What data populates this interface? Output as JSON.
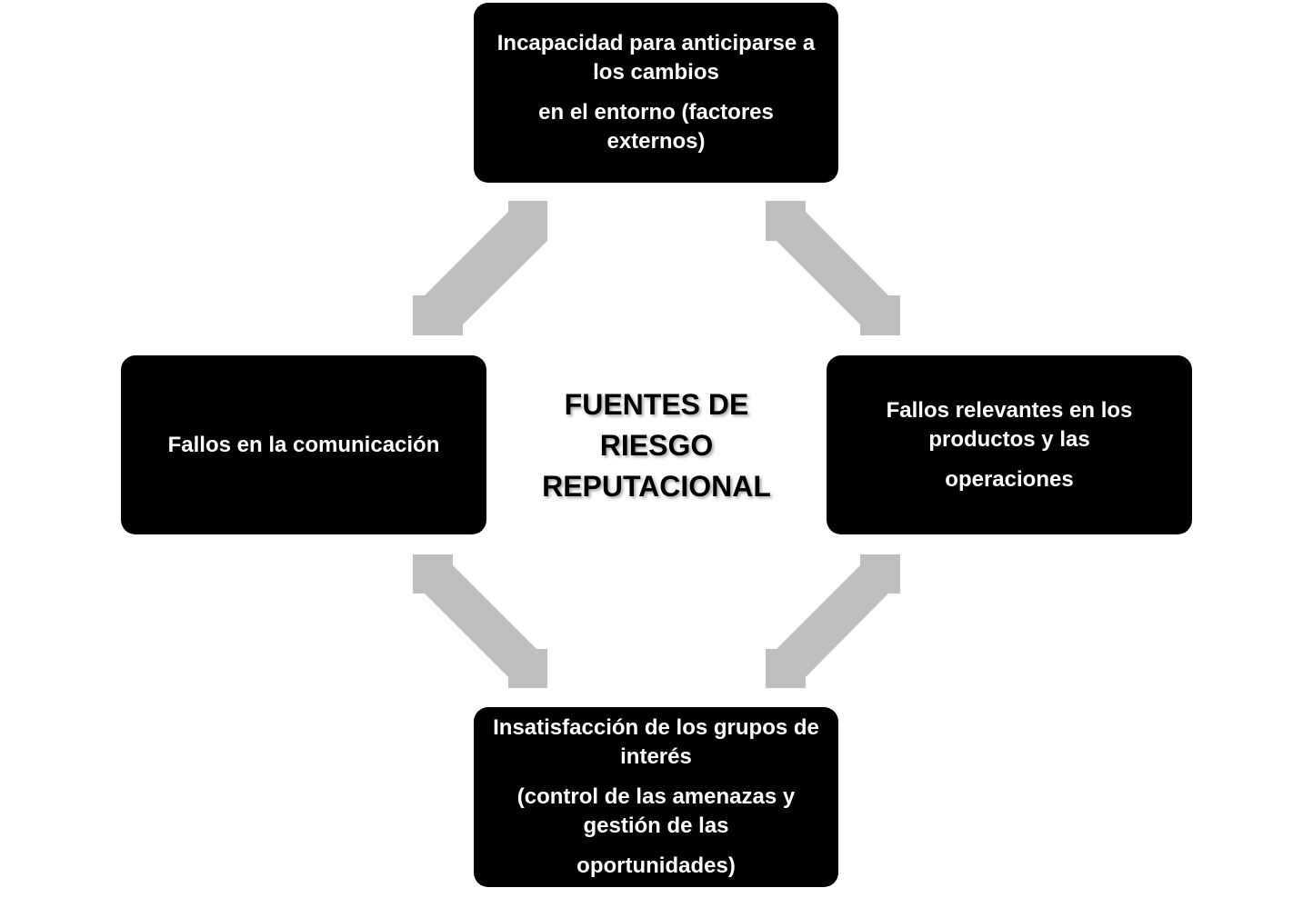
{
  "center": {
    "lines": [
      "FUENTES DE",
      "RIESGO",
      "REPUTACIONAL"
    ]
  },
  "nodes": {
    "top": {
      "paragraphs": [
        "Incapacidad para anticiparse a los cambios",
        "en el entorno (factores externos)"
      ]
    },
    "left": {
      "paragraphs": [
        "Fallos en la comunicación"
      ]
    },
    "right": {
      "paragraphs": [
        "Fallos relevantes en los productos y las",
        "operaciones"
      ]
    },
    "bottom": {
      "paragraphs": [
        "Insatisfacción de los grupos de interés",
        "(control de las amenazas y gestión de las",
        "oportunidades)"
      ]
    }
  },
  "colors": {
    "box": "#000000",
    "box_text": "#ffffff",
    "arrow": "#bfbfbf",
    "title": "#000000"
  }
}
